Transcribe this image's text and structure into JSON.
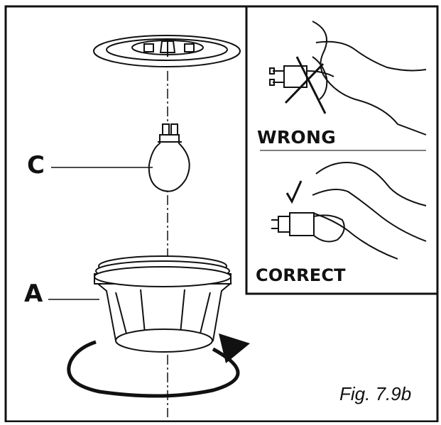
{
  "labels": {
    "part_c": "C",
    "part_a": "A",
    "wrong": "WRONG",
    "correct": "CORRECT",
    "figure": "Fig. 7.9b"
  },
  "icons": {
    "cross_mark": "cross-mark-icon",
    "check_mark": "check-mark-icon",
    "rotation_arrow": "rotation-arrow-icon"
  },
  "colors": {
    "line": "#111111",
    "background": "#ffffff",
    "divider": "#555555"
  }
}
